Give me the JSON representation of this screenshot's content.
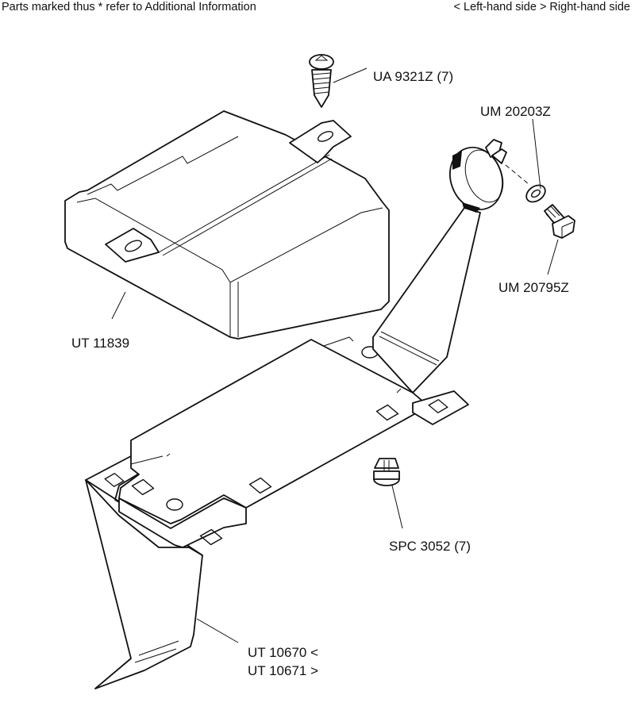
{
  "header": {
    "note": "Parts marked thus * refer to Additional Information",
    "side_legend": "< Left-hand side > Right-hand side"
  },
  "diagram": {
    "parts": [
      {
        "id": "screw",
        "label": "UA 9321Z (7)"
      },
      {
        "id": "washer",
        "label": "UM 20203Z"
      },
      {
        "id": "bolt",
        "label": "UM 20795Z"
      },
      {
        "id": "control-unit",
        "label": "UT 11839"
      },
      {
        "id": "clip",
        "label": "SPC 3052 (7)"
      },
      {
        "id": "bracket-lh",
        "label": "UT 10670 <"
      },
      {
        "id": "bracket-rh",
        "label": "UT 10671 >"
      }
    ],
    "line_color": "#111111",
    "background": "#ffffff"
  }
}
